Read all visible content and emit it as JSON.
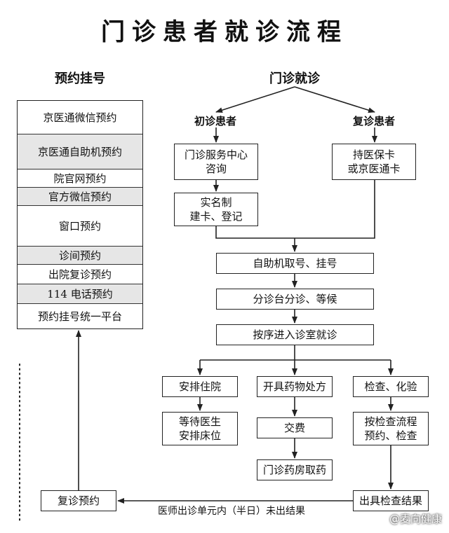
{
  "title": "门诊患者就诊流程",
  "booking": {
    "heading": "预约挂号",
    "items": [
      {
        "label": "京医通微信预约",
        "shaded": false
      },
      {
        "label": "京医通自助机预约",
        "shaded": true
      },
      {
        "label": "院官网预约",
        "shaded": false
      },
      {
        "label": "官方微信预约",
        "shaded": true
      },
      {
        "label": "窗口预约",
        "shaded": false
      },
      {
        "label": "诊间预约",
        "shaded": true
      },
      {
        "label": "出院复诊预约",
        "shaded": false
      },
      {
        "label": "114 电话预约",
        "shaded": true
      },
      {
        "label": "预约挂号统一平台",
        "shaded": false
      }
    ]
  },
  "flow": {
    "start": "门诊就诊",
    "first_visit": "初诊患者",
    "return_visit": "复诊患者",
    "service_center": "门诊服务中心\n咨询",
    "real_name": "实名制\n建卡、登记",
    "card": "持医保卡\n或京医通卡",
    "self_service": "自助机取号、挂号",
    "triage": "分诊台分诊、等候",
    "enter_room": "按序进入诊室就诊",
    "admission": "安排住院",
    "wait_bed": "等待医生\n安排床位",
    "prescription": "开具药物处方",
    "payment": "交费",
    "pharmacy": "门诊药房取药",
    "exam": "检查、化验",
    "exam_process": "按检查流程\n预约、检查",
    "exam_result": "出具检查结果",
    "followup": "复诊预约",
    "no_result_note": "医师出诊单元内（半日）未出结果"
  },
  "watermark": "@麦向健康"
}
